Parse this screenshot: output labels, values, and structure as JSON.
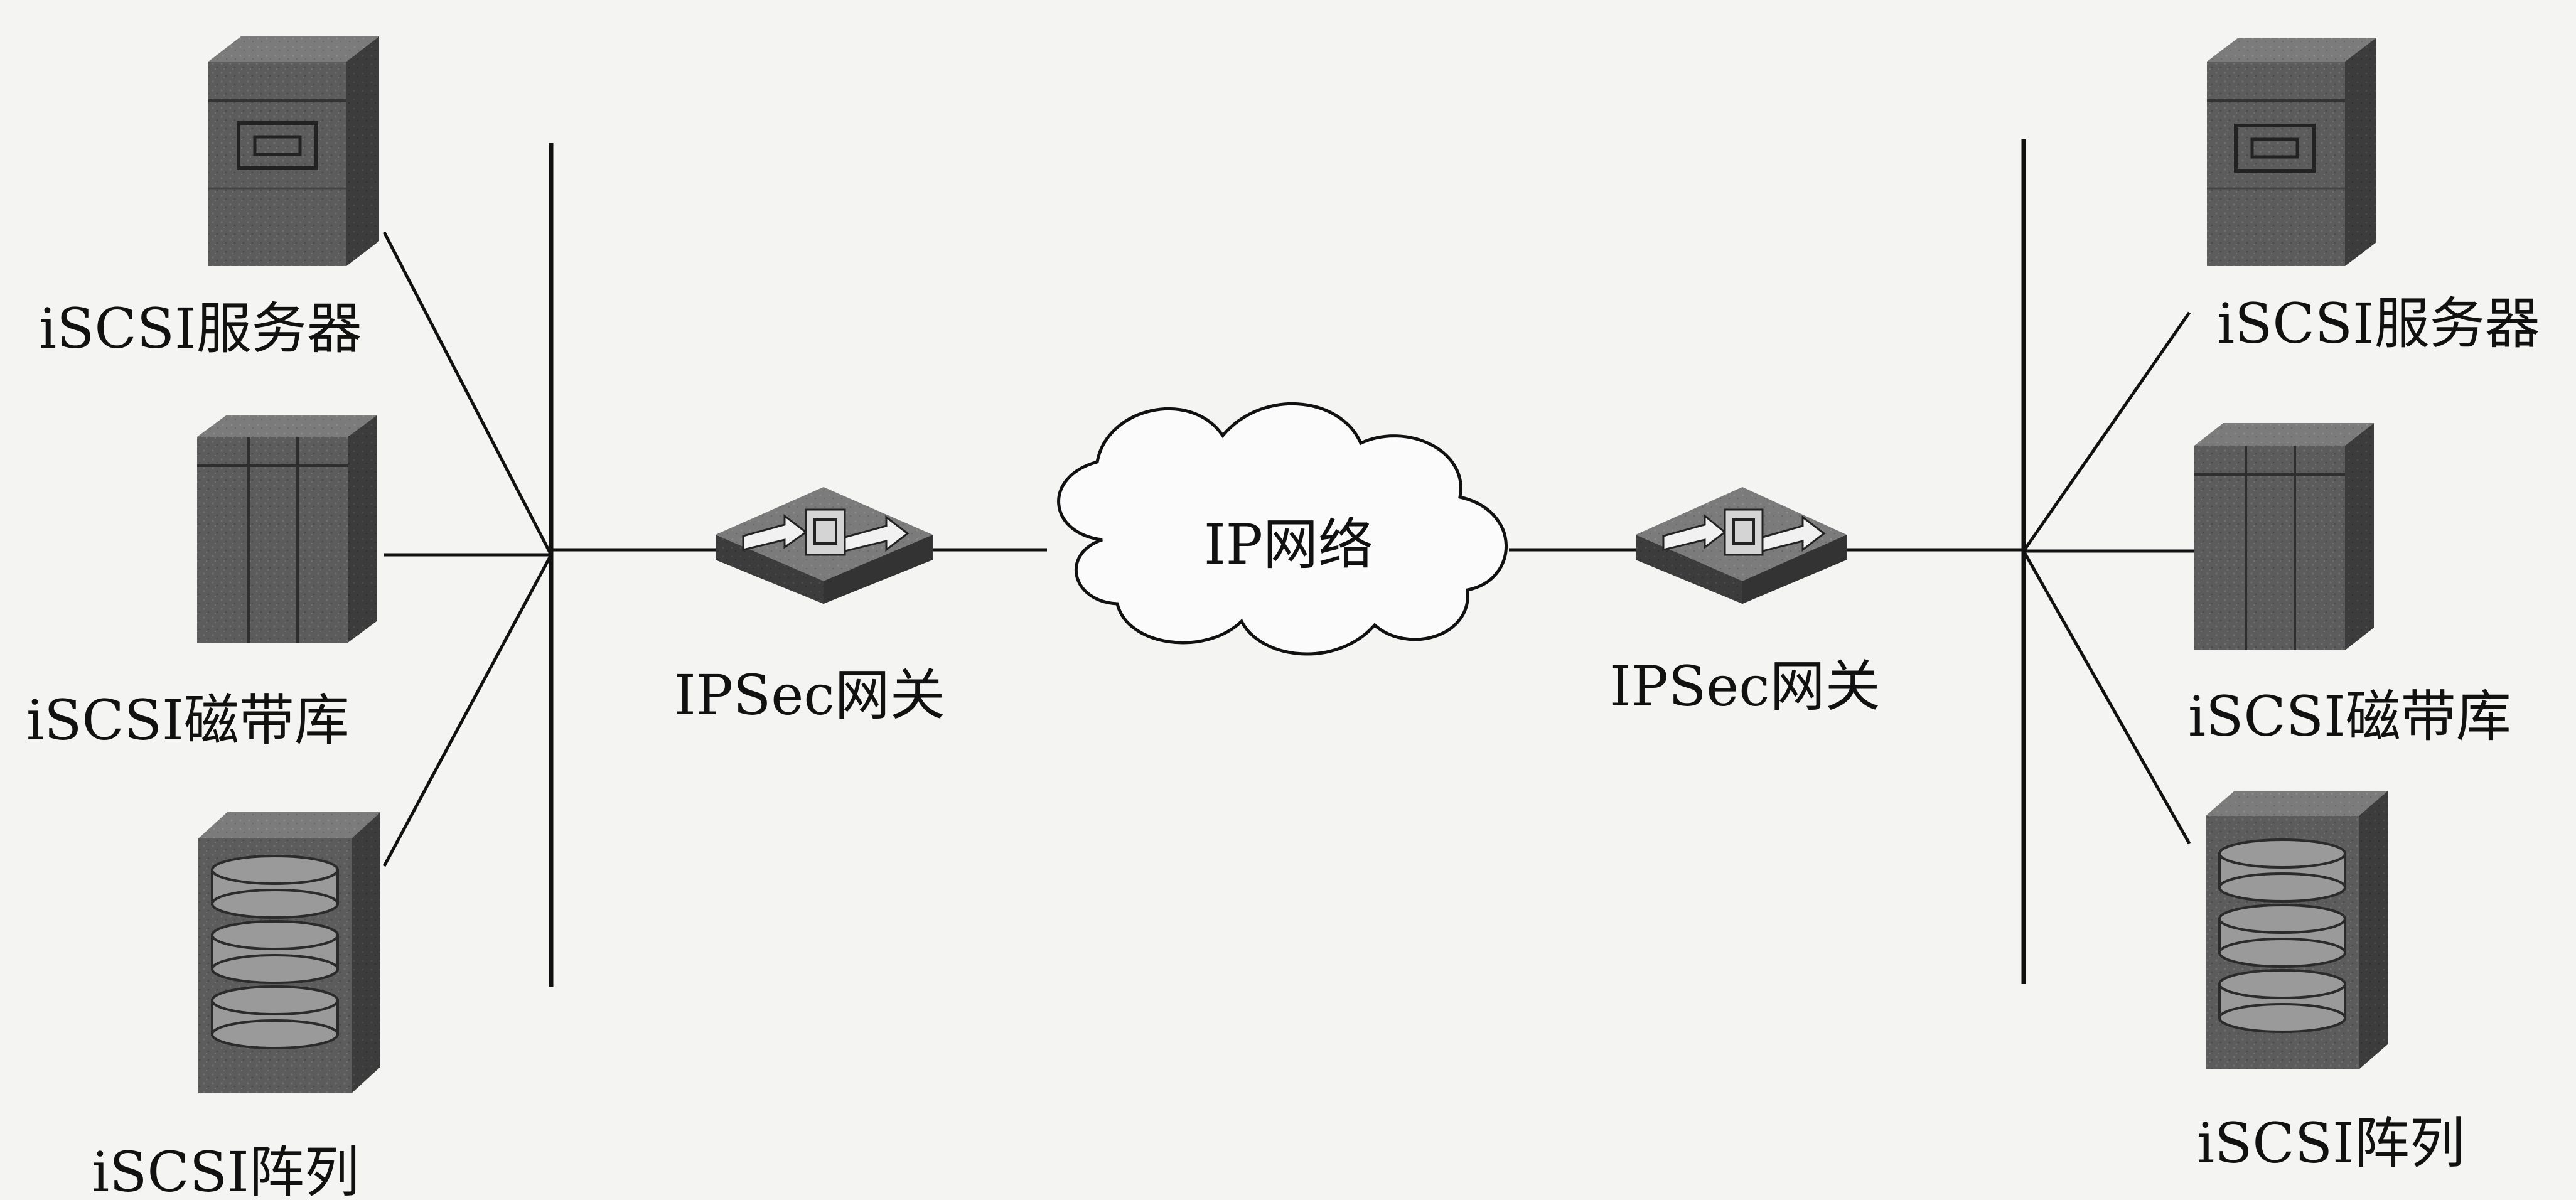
{
  "left_site": {
    "server_label": "iSCSI服务器",
    "tape_label": "iSCSI磁带库",
    "array_label": "iSCSI阵列",
    "gateway_label": "IPSec网关"
  },
  "right_site": {
    "server_label": "iSCSI服务器",
    "tape_label": "iSCSI磁带库",
    "array_label": "iSCSI阵列",
    "gateway_label": "IPSec网关"
  },
  "network": {
    "cloud_label": "IP网络"
  },
  "colors": {
    "background": "#f4f4f2",
    "device_front": "#5e5e5e",
    "device_side": "#3e3e3e",
    "device_top": "#7a7a7a",
    "line": "#111111"
  }
}
